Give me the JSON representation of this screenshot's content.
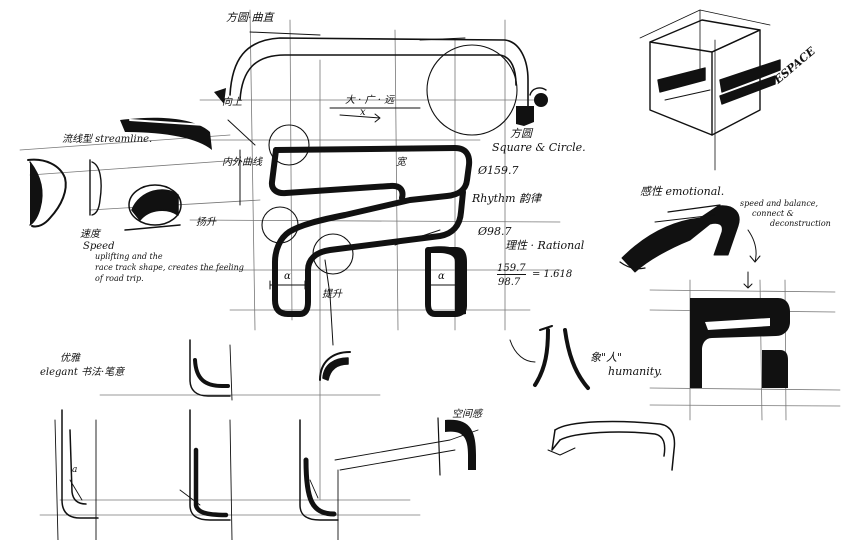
{
  "notes": {
    "top_title": "方圆·曲直",
    "square_circle": "方圆",
    "square_circle_en": "Square & Circle.",
    "dia_1597": "Ø159.7",
    "rhythm": "Rhythm 韵律",
    "dia_987": "Ø98.7",
    "rational": "理性 · Rational",
    "ratio_num": "159.7",
    "ratio_den": "98.7",
    "ratio_val": "= 1.618",
    "emotional": "感性 emotional.",
    "speed_balance": "speed and balance,",
    "connect": "connect &",
    "deconstruction": "deconstruction",
    "espace": "ESPACE",
    "speed_cn": "速度",
    "speed_en": "Speed",
    "uplifting_1": "uplifting and the",
    "uplifting_2": "race track shape, creates the feeling",
    "uplifting_3": "of road trip.",
    "elegant_cn": "优雅",
    "elegant_en": "elegant 书法·笔意",
    "humanity_cn": "象\"人\"",
    "humanity_en": "humanity.",
    "streamline_cn": "流线型",
    "streamline_en": "streamline.",
    "effect_cn": "空间感",
    "dim_x": "x",
    "dim_alpha": "α",
    "dim_a": "a",
    "inner_curve": "内外曲线",
    "top_label": "大 · 广 · 远",
    "mid_mark": "宽",
    "upright": "向上",
    "rise": "扬升",
    "lift": "提升"
  }
}
